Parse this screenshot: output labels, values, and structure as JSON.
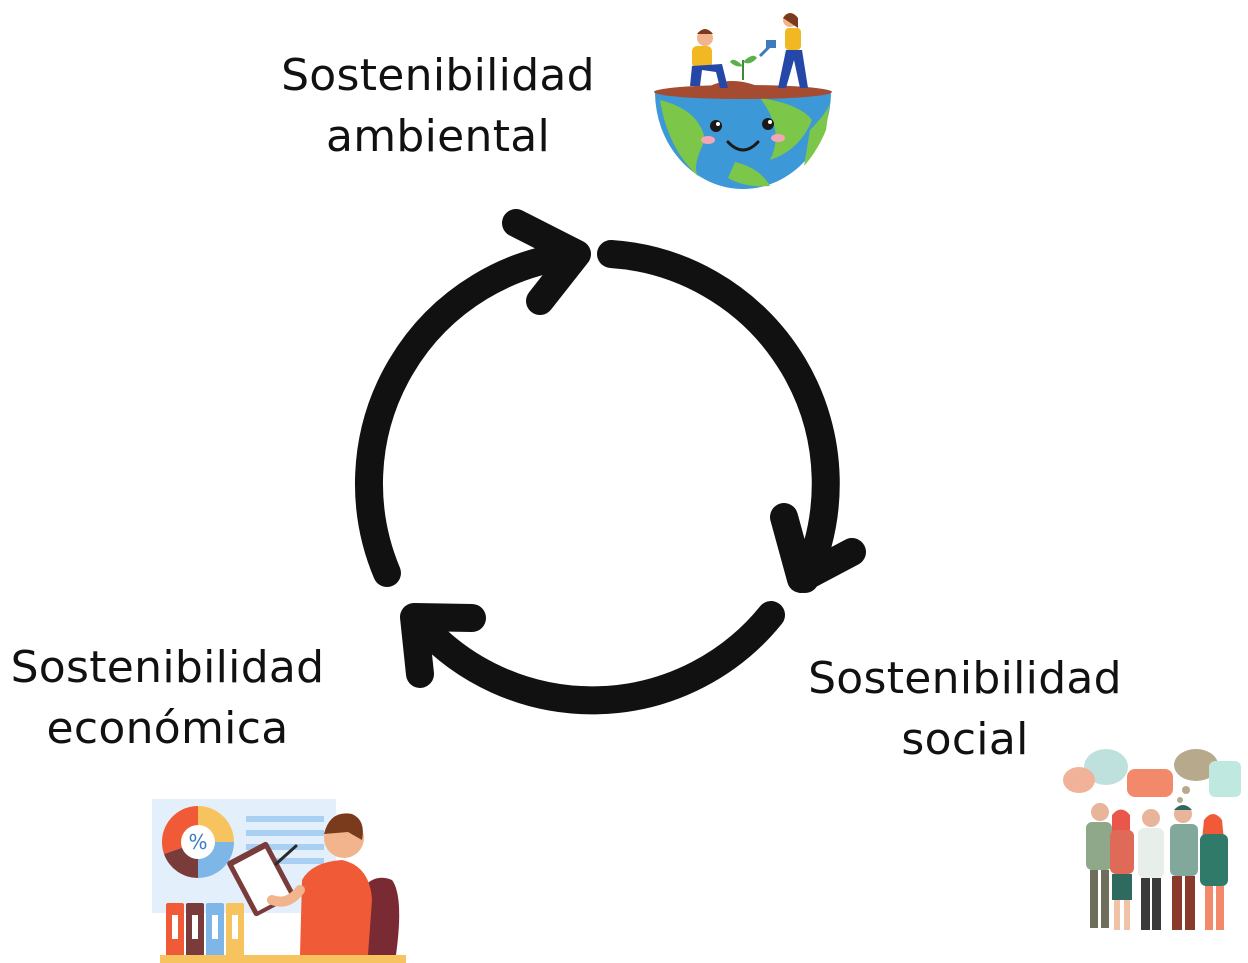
{
  "diagram": {
    "nodes": [
      {
        "id": "ambiental",
        "line1": "Sostenibilidad",
        "line2": "ambiental",
        "illustration": "earth-gardening-illustration"
      },
      {
        "id": "social",
        "line1": "Sostenibilidad",
        "line2": "social",
        "illustration": "people-talking-illustration"
      },
      {
        "id": "economica",
        "line1": "Sostenibilidad",
        "line2": "económica",
        "illustration": "office-analyst-illustration"
      }
    ],
    "cycle": {
      "icon": "cycle-arrows-icon",
      "direction": "clockwise",
      "arrow_count": 3
    }
  },
  "colors": {
    "arrow": "#111111",
    "earth_ocean": "#3d98d8",
    "earth_land": "#7cc64a",
    "soil": "#a54b32",
    "orange": "#f05a37",
    "teal": "#3c8a78"
  }
}
